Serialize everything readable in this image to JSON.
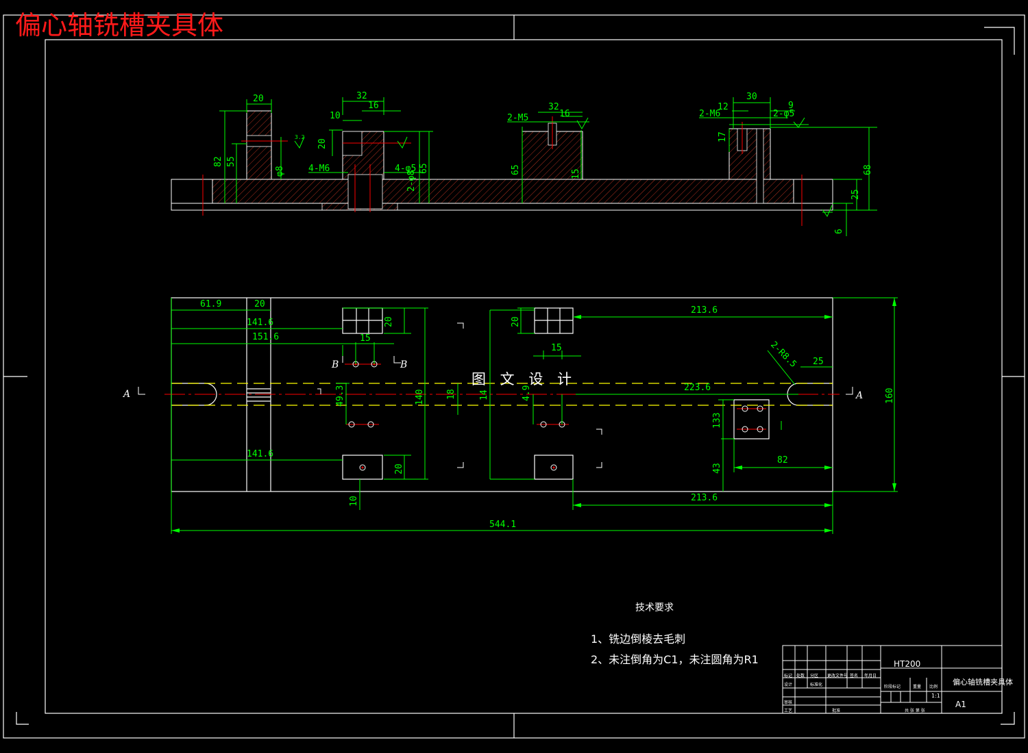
{
  "title": "偏心轴铣槽夹具体",
  "watermark": "图 文 设 计",
  "colors": {
    "background": "#000000",
    "frame": "#ffffff",
    "dimension": "#00ff00",
    "centerline": "#ff0000",
    "hidden": "#ffff00",
    "hatch": "#b03020",
    "title_red": "#ff1a1a"
  },
  "technical_requirements": {
    "heading": "技术要求",
    "notes": [
      "1、铣边倒棱去毛刺",
      "2、未注倒角为C1，未注圆角为R1"
    ]
  },
  "title_block": {
    "material": "HT200",
    "part_name": "偏心轴铣槽夹具体",
    "sheet_size": "A1",
    "scale": "1:1",
    "small_labels": [
      "标记",
      "处数",
      "分区",
      "更改文件号",
      "签名",
      "年月日",
      "设计",
      "审核",
      "工艺",
      "标准化",
      "批准",
      "阶段标记",
      "重量",
      "比例",
      "共 张 第 张"
    ]
  },
  "front_view": {
    "dimensions": {
      "d20_top": "20",
      "d32_a": "32",
      "d16_a": "16",
      "d10": "10",
      "d20_left": "20",
      "d82": "82",
      "d55": "55",
      "d8": "φ8",
      "m6_4": "4-M6",
      "d15_4": "4-φ5",
      "d2phi": "2-φ8",
      "d65_a": "65",
      "m5_2": "2-M5",
      "d32_b": "32",
      "d16_b": "16",
      "d65_b": "65",
      "d15_b": "15",
      "m6_2": "2-M6",
      "d12": "12",
      "d30": "30",
      "d9": "9",
      "d25phi": "2-φ5",
      "d17": "17",
      "d68": "68",
      "d25": "25",
      "d6": "6",
      "rough_32": "3.2"
    }
  },
  "plan_view": {
    "dimensions": {
      "d61_9": "61.9",
      "d20_a": "20",
      "d141_6_top": "141.6",
      "d151_6": "151.6",
      "d15_a": "15",
      "d20_b": "20",
      "d213_6_top": "213.6",
      "d20_c": "20",
      "d15_b": "15",
      "r85": "2-R8.5",
      "d25": "25",
      "d49_3": "49.3",
      "d140": "140",
      "d18": "18",
      "d14": "14",
      "d4_9": "4.9",
      "d223_6": "223.6",
      "d160": "160",
      "d133": "133",
      "d43": "43",
      "d82": "82",
      "d141_6_bot": "141.6",
      "d20_d": "20",
      "d10": "10",
      "d213_6_bot": "213.6",
      "d544_1": "544.1"
    },
    "section_labels": {
      "a_left": "A",
      "a_right": "A",
      "b_left": "B",
      "b_right": "B"
    }
  }
}
